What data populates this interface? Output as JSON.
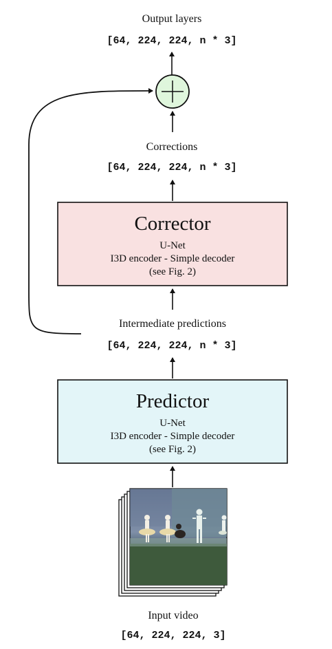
{
  "output": {
    "label": "Output layers",
    "shape": "[64, 224, 224, n * 3]"
  },
  "corrections": {
    "label": "Corrections",
    "shape": "[64, 224, 224, n * 3]"
  },
  "corrector": {
    "title": "Corrector",
    "line1": "U-Net",
    "line2": "I3D encoder - Simple decoder",
    "line3": "(see Fig. 2)",
    "fill": "#f9e1e1"
  },
  "intermediate": {
    "label": "Intermediate predictions",
    "shape": "[64, 224, 224, n * 3]"
  },
  "predictor": {
    "title": "Predictor",
    "line1": "U-Net",
    "line2": "I3D encoder - Simple decoder",
    "line3": "(see Fig. 2)",
    "fill": "#e3f5f8"
  },
  "input": {
    "label": "Input video",
    "shape": "[64, 224, 224, 3]"
  },
  "adder": {
    "icon": "plus-circle-icon",
    "fill": "#dff6dc"
  }
}
